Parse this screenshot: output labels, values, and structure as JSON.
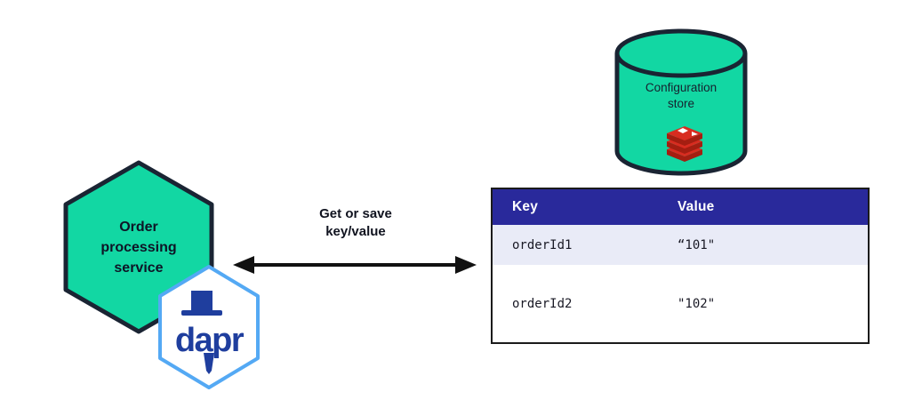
{
  "diagram": {
    "service": {
      "lines": [
        "Order",
        "processing",
        "service"
      ],
      "fill": "#12d7a3",
      "border": "#1a2433"
    },
    "dapr_badge": {
      "label": "dapr",
      "border_color": "#54a9f4",
      "logo_color": "#1f3e9e"
    },
    "arrow": {
      "label_lines": [
        "Get or save",
        "key/value"
      ],
      "color": "#111111"
    },
    "store": {
      "label_lines": [
        "Configuration",
        "store"
      ],
      "fill": "#12d7a3",
      "border": "#1a2433",
      "icon": "redis-icon",
      "redis_red": "#d82c20",
      "redis_dark_red": "#a41e11"
    },
    "table": {
      "header": {
        "key": "Key",
        "value": "Value",
        "bg": "#29299b"
      },
      "rows": [
        {
          "key": "orderId1",
          "value": "“101\"",
          "bg": "#e9ebf7"
        },
        {
          "key": "orderId2",
          "value": "\"102\"",
          "bg": "#ffffff"
        }
      ]
    }
  }
}
